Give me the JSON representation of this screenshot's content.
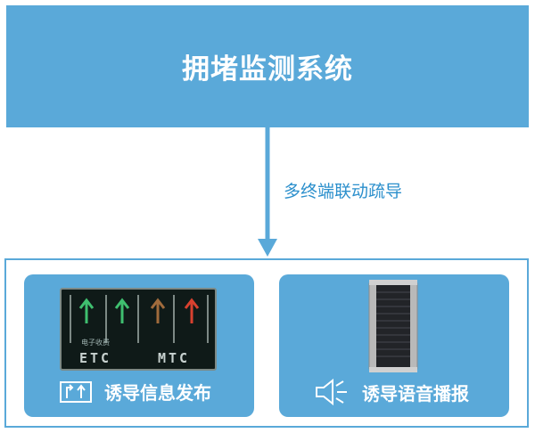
{
  "top": {
    "title": "拥堵监测系统"
  },
  "connector": {
    "label": "多终端联动疏导"
  },
  "left_card": {
    "sign": {
      "caption": "电子收费",
      "lane_etc": "ETC",
      "lane_mtc": "MTC"
    },
    "label": "诱导信息发布",
    "icon": "turn-arrows-icon"
  },
  "right_card": {
    "label": "诱导语音播报",
    "icon": "speaker-icon"
  },
  "colors": {
    "primary": "#5aa9d9",
    "text": "#2b8fcc",
    "arrow_green": "#3fbf6f",
    "arrow_brown": "#a06b3c",
    "arrow_red": "#d8412f"
  }
}
